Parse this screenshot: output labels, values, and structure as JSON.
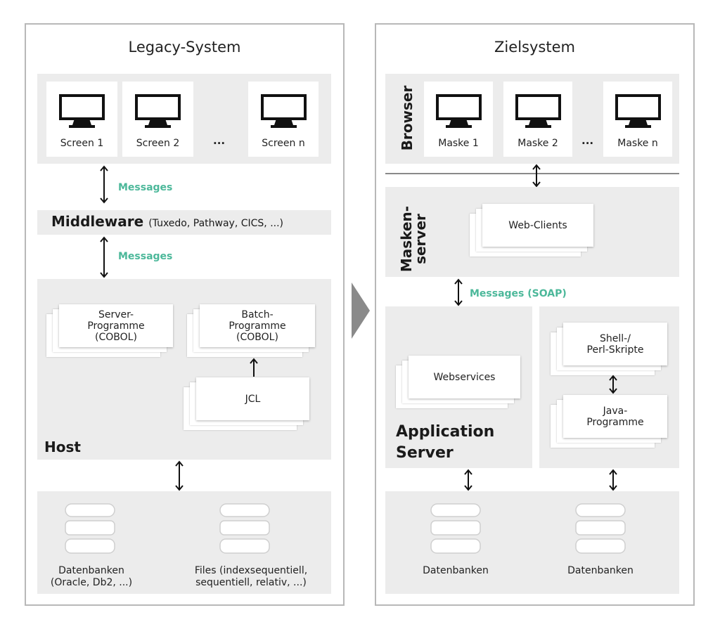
{
  "legacy": {
    "title": "Legacy-System",
    "screens": [
      "Screen 1",
      "Screen 2",
      "Screen n"
    ],
    "screens_ellipsis": "...",
    "messages_1": "Messages",
    "middleware_title": "Middleware",
    "middleware_detail": "(Tuxedo, Pathway, CICS, ...)",
    "messages_2": "Messages",
    "server_programs": "Server-\nProgramme\n(COBOL)",
    "batch_programs": "Batch-\nProgramme\n(COBOL)",
    "jcl": "JCL",
    "host": "Host",
    "db_databases": "Datenbanken\n(Oracle, Db2, ...)",
    "db_files": "Files (indexsequentiell,\nsequentiell, relativ, ...)"
  },
  "target": {
    "title": "Zielsystem",
    "browser": "Browser",
    "masks": [
      "Maske 1",
      "Maske 2",
      "Maske n"
    ],
    "masks_ellipsis": "...",
    "maskenserver": "Masken-\nserver",
    "web_clients": "Web-Clients",
    "messages_soap": "Messages (SOAP)",
    "webservices": "Webservices",
    "app_server": "Application\nServer",
    "shell_scripts": "Shell-/\nPerl-Skripte",
    "java_programs": "Java-\nProgramme",
    "db_left": "Datenbanken",
    "db_right": "Datenbanken"
  },
  "colors": {
    "accent": "#4cb89a",
    "panel": "#ececec",
    "frame": "#b8b8b8",
    "chevron": "#8a8a8a"
  }
}
